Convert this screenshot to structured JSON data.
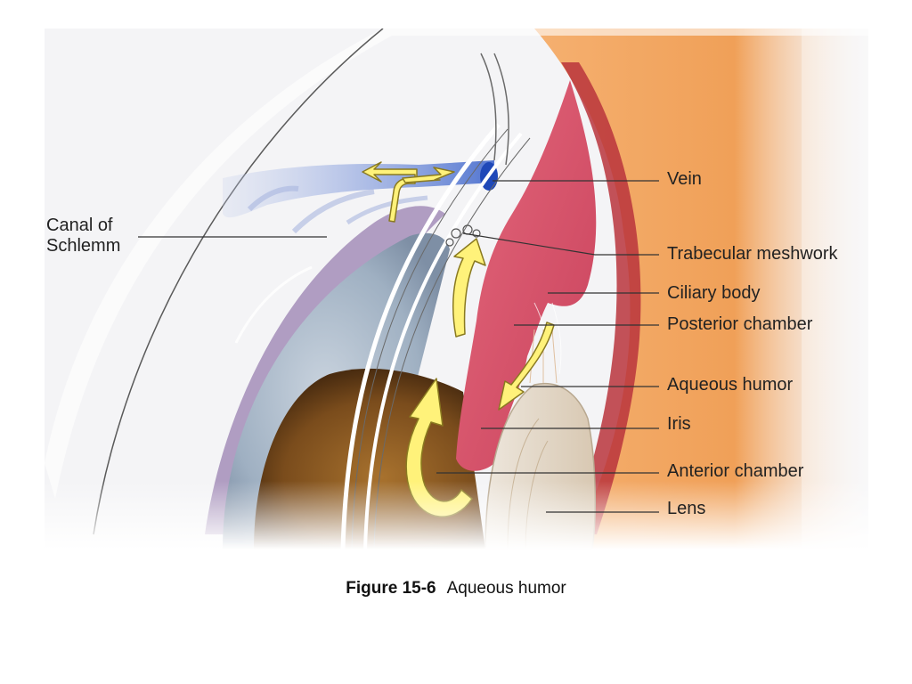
{
  "figure": {
    "number": "Figure 15-6",
    "title": "Aqueous humor"
  },
  "labels": {
    "canal_of_schlemm": "Canal of Schlemm",
    "vein": "Vein",
    "trabecular_meshwork": "Trabecular meshwork",
    "ciliary_body": "Ciliary body",
    "posterior_chamber": "Posterior chamber",
    "aqueous_humor": "Aqueous humor",
    "iris": "Iris",
    "anterior_chamber": "Anterior chamber",
    "lens": "Lens"
  },
  "colors": {
    "cornea_blue": "#aab8c8",
    "iris_brown": "#8a5a24",
    "ciliary_red": "#d9526a",
    "sclera_orange": "#f0a060",
    "vein_blue": "#4a6fd0",
    "flow_arrow": "#fff27a"
  }
}
